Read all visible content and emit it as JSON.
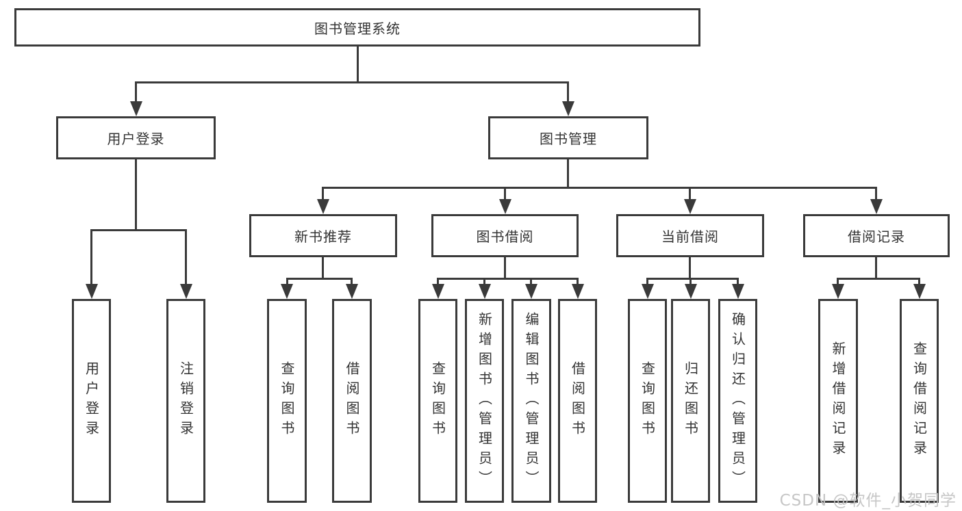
{
  "diagram": {
    "root": {
      "label": "图书管理系统"
    },
    "level2": [
      {
        "label": "用户登录"
      },
      {
        "label": "图书管理"
      }
    ],
    "level3": [
      {
        "label": "新书推荐",
        "parent": "图书管理"
      },
      {
        "label": "图书借阅",
        "parent": "图书管理"
      },
      {
        "label": "当前借阅",
        "parent": "图书管理"
      },
      {
        "label": "借阅记录",
        "parent": "图书管理"
      }
    ],
    "leaves": [
      {
        "label": "用户登录",
        "parent": "用户登录"
      },
      {
        "label": "注销登录",
        "parent": "用户登录"
      },
      {
        "label": "查询图书",
        "parent": "新书推荐"
      },
      {
        "label": "借阅图书",
        "parent": "新书推荐"
      },
      {
        "label": "查询图书",
        "parent": "图书借阅"
      },
      {
        "label": "新增图书（管理员）",
        "parent": "图书借阅"
      },
      {
        "label": "编辑图书（管理员）",
        "parent": "图书借阅"
      },
      {
        "label": "借阅图书",
        "parent": "图书借阅"
      },
      {
        "label": "查询图书",
        "parent": "当前借阅"
      },
      {
        "label": "归还图书",
        "parent": "当前借阅"
      },
      {
        "label": "确认归还（管理员）",
        "parent": "当前借阅"
      },
      {
        "label": "新增借阅记录",
        "parent": "借阅记录"
      },
      {
        "label": "查询借阅记录",
        "parent": "借阅记录"
      }
    ],
    "watermark": "CSDN @软件_小贺同学",
    "colors": {
      "line": "#3a3a3a",
      "text": "#333333",
      "watermark": "#c4c4c4",
      "background": "#ffffff"
    }
  }
}
